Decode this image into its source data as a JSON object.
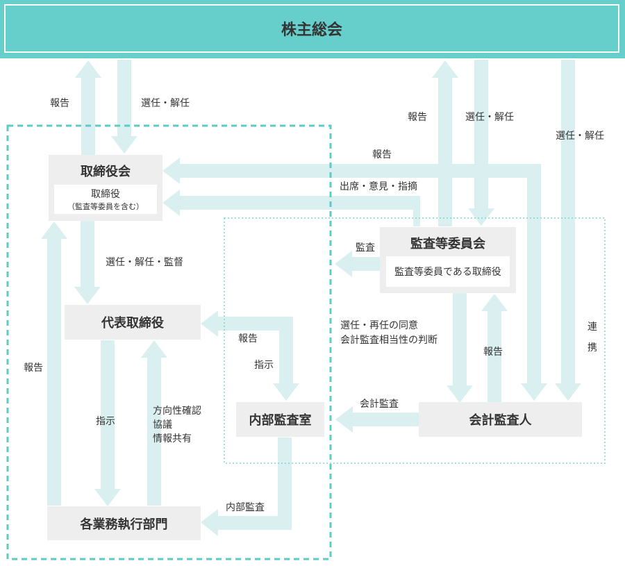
{
  "boxes": {
    "shareholders": "株主総会",
    "board": "取締役会",
    "board_inner_main": "取締役",
    "board_inner_sub": "（監査等委員を含む）",
    "audit_committee": "監査等委員会",
    "audit_committee_inner": "監査等委員である取締役",
    "representative": "代表取締役",
    "internal_audit": "内部監査室",
    "accounting_auditor": "会計監査人",
    "business_units": "各業務執行部門"
  },
  "labels": {
    "report_board_to_gm": "報告",
    "elect_dismiss_board": "選任・解任",
    "report_ac_to_gm": "報告",
    "elect_dismiss_ac": "選任・解任",
    "elect_dismiss_auditor": "選任・解任",
    "report_auditor_to_board": "報告",
    "attend_opinion": "出席・意見・指摘",
    "audit": "監査",
    "elect_dismiss_supervise": "選任・解任・監督",
    "report_units_to_board": "報告",
    "report_internal_to_rep": "報告",
    "instruct_rep_to_internal": "指示",
    "consent_line1": "選任・再任の同意",
    "consent_line2": "会計監査相当性の判断",
    "report_auditor_to_ac": "報告",
    "coop_1": "連",
    "coop_2": "携",
    "accounting_audit": "会計監査",
    "instruct_rep_to_units": "指示",
    "share_line1": "方向性確認",
    "share_line2": "協議",
    "share_line3": "情報共有",
    "internal_audit_label": "内部監査"
  },
  "colors": {
    "accent": "#66cfcb",
    "arrow": "#d9eff0",
    "box": "#eeeeee",
    "dashed_border": "#5ecbc7"
  }
}
